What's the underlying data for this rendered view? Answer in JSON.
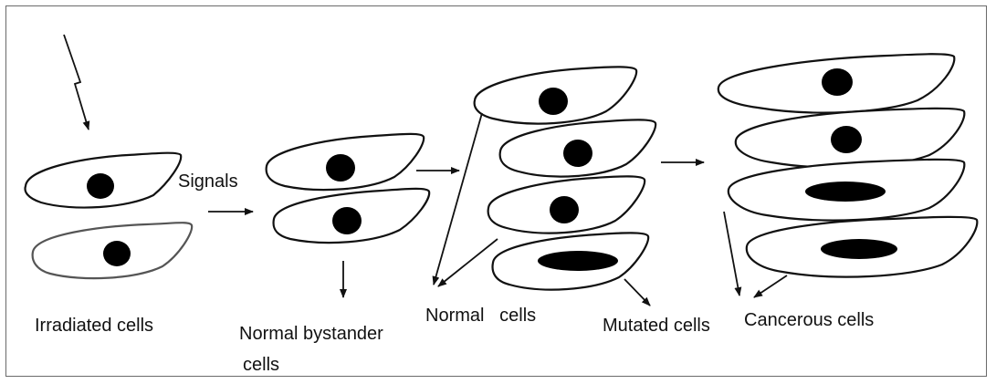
{
  "labels": {
    "signals": "Signals",
    "irradiated": "Irradiated cells",
    "bystander_line1": "Normal bystander",
    "bystander_line2": "cells",
    "normal": "Normal   cells",
    "mutated": "Mutated cells",
    "cancerous": "Cancerous cells"
  },
  "groups": [
    {
      "name": "Irradiated cells",
      "cells": 2
    },
    {
      "name": "Normal bystander cells",
      "cells": 2
    },
    {
      "name": "Normal cells",
      "cells": 3
    },
    {
      "name": "Mutated cells",
      "cells": 1
    },
    {
      "name": "Cancerous cells",
      "cells": 4
    }
  ],
  "icons": [
    "lightning-bolt-icon"
  ],
  "colors": {
    "line": "#111111",
    "nucleus": "#000000",
    "frame": "#6a6a6a"
  }
}
